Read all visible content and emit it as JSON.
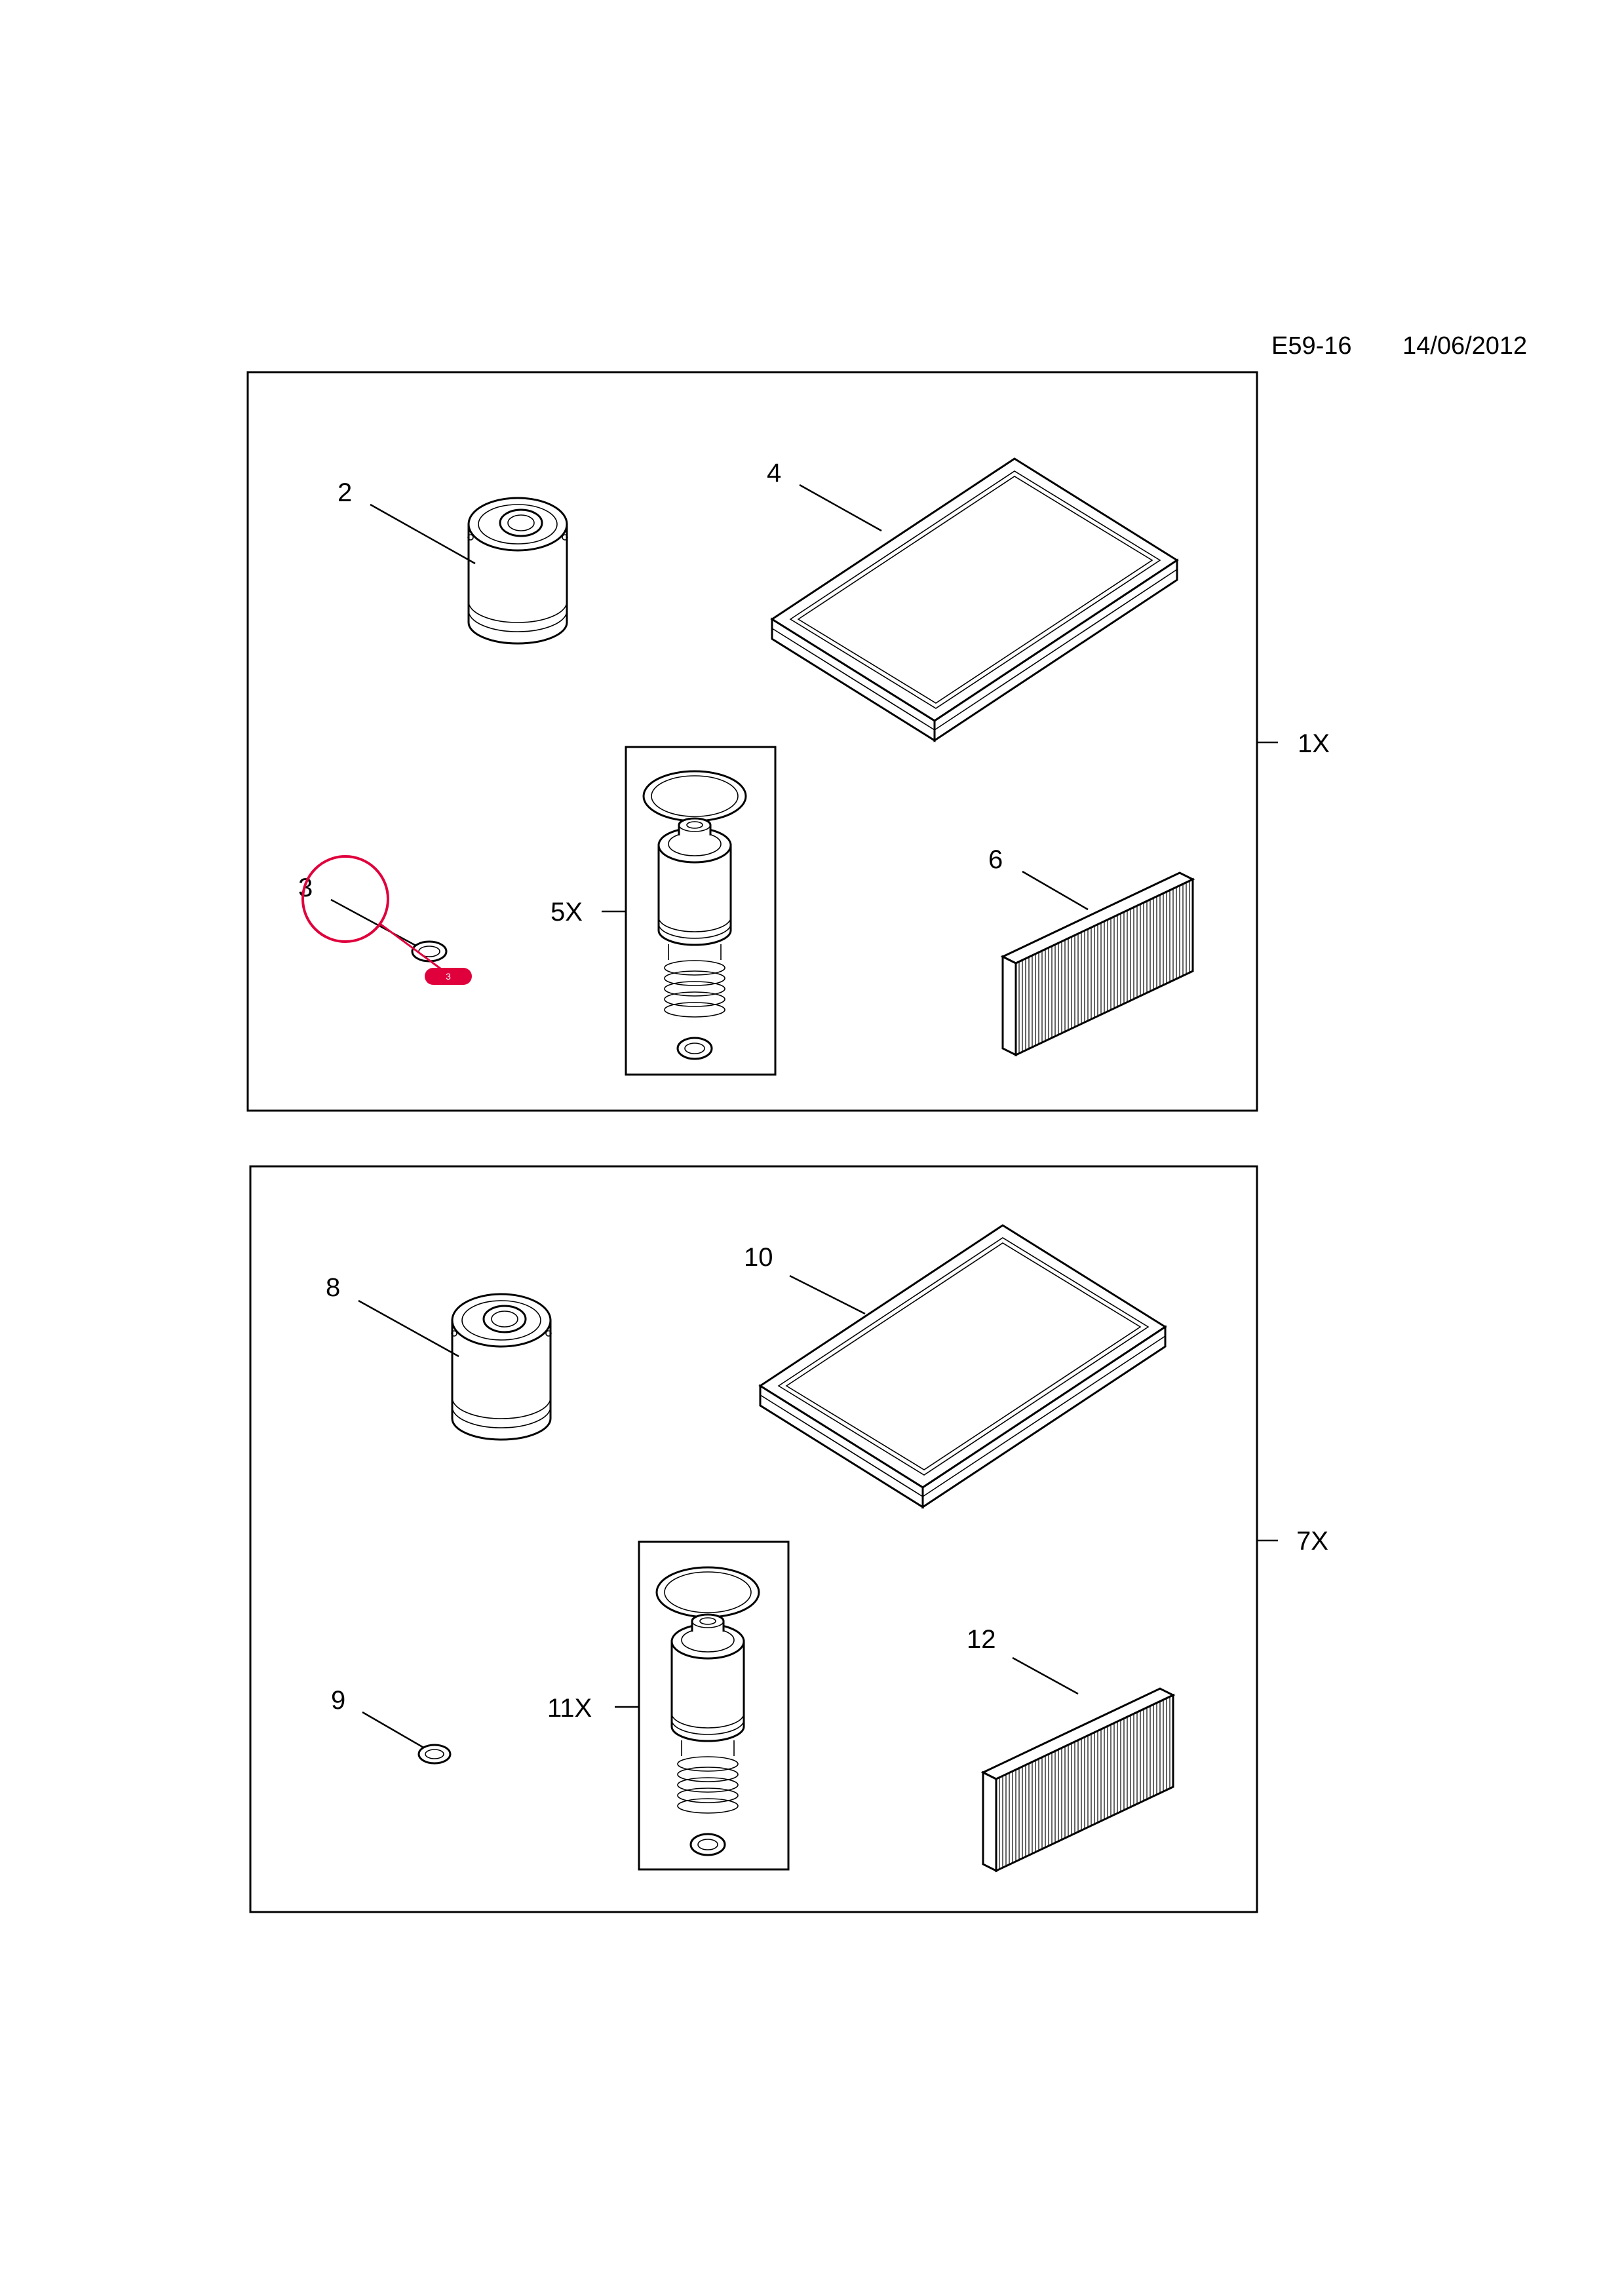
{
  "header": {
    "ref": "E59-16",
    "date": "14/06/2012"
  },
  "panels": [
    {
      "qty": "1X",
      "callouts": {
        "oil_filter": "2",
        "washer": "3",
        "air_filter": "4",
        "fuel_kit": "5X",
        "cabin_filter": "6"
      }
    },
    {
      "qty": "7X",
      "callouts": {
        "oil_filter": "8",
        "washer": "9",
        "air_filter": "10",
        "fuel_kit": "11X",
        "cabin_filter": "12"
      }
    }
  ],
  "highlight": {
    "badge": "3",
    "color": "#e0003c"
  }
}
